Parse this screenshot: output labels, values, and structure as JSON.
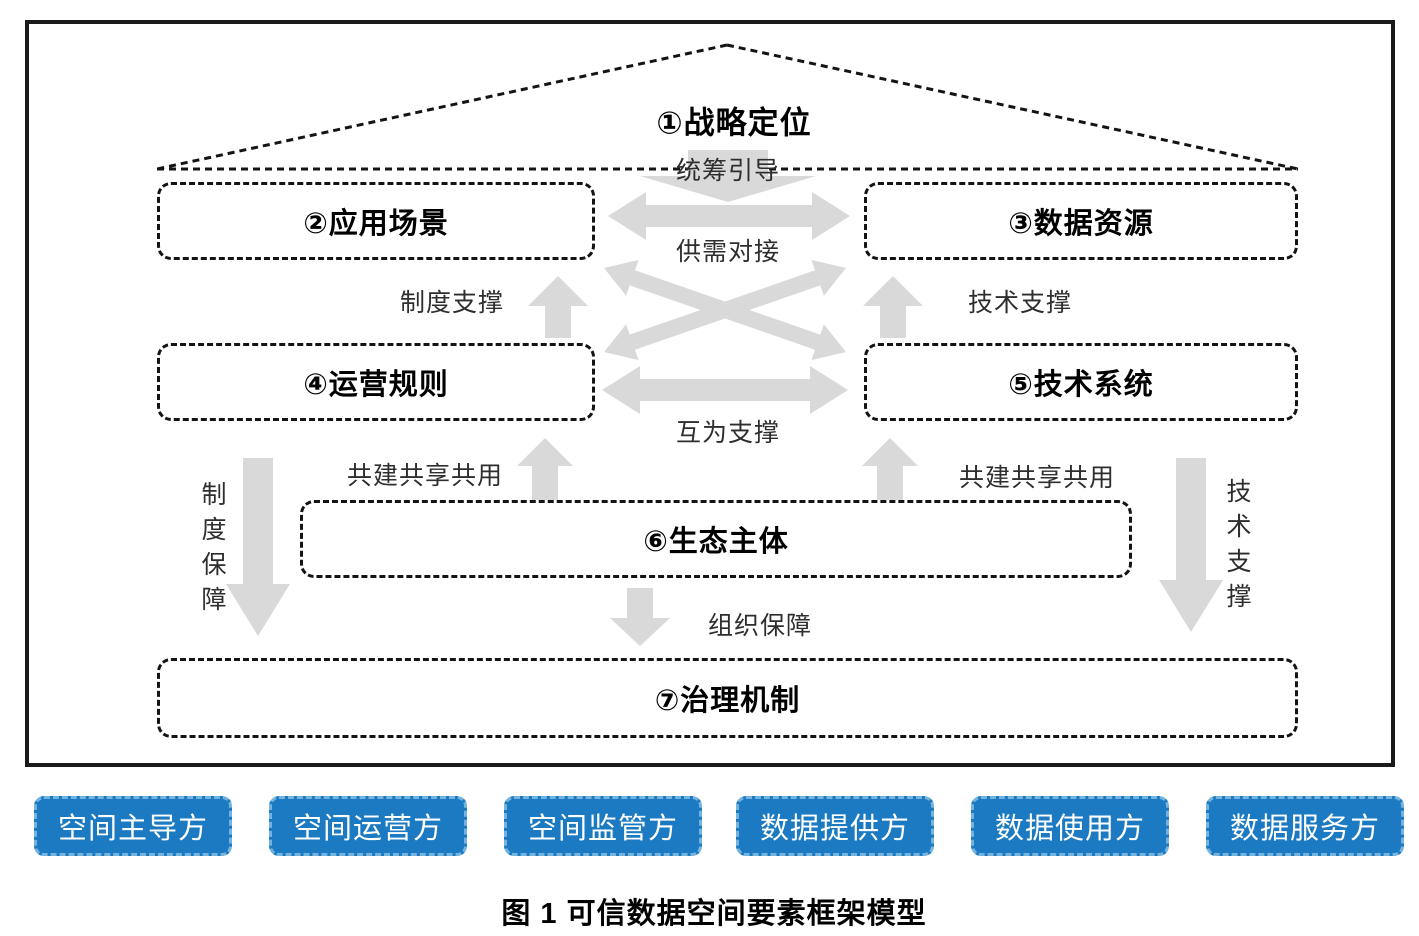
{
  "figure": {
    "roof_title": "①战略定位",
    "roof_arrow_label": "统筹引导",
    "boxes": {
      "application_scenarios": "②应用场景",
      "data_resources": "③数据资源",
      "operation_rules": "④运营规则",
      "tech_systems": "⑤技术系统",
      "eco_entities": "⑥生态主体",
      "governance_mechanism": "⑦治理机制"
    },
    "labels": {
      "supply_demand": "供需对接",
      "institution_support": "制度支撑",
      "tech_support": "技术支撑",
      "mutual_support": "互为支撑",
      "co_build_share_use_left": "共建共享共用",
      "co_build_share_use_right": "共建共享共用",
      "institution_guarantee": "制度保障",
      "tech_support_vertical": "技术支撑",
      "org_guarantee": "组织保障"
    }
  },
  "roles": [
    "空间主导方",
    "空间运营方",
    "空间监管方",
    "数据提供方",
    "数据使用方",
    "数据服务方"
  ],
  "caption": "图 1 可信数据空间要素框架模型",
  "colors": {
    "arrow": "#d9d9d9",
    "box_border": "#141414",
    "button_bg": "#1b7ac1",
    "button_border": "#74b3de",
    "button_text": "#ffffff"
  }
}
